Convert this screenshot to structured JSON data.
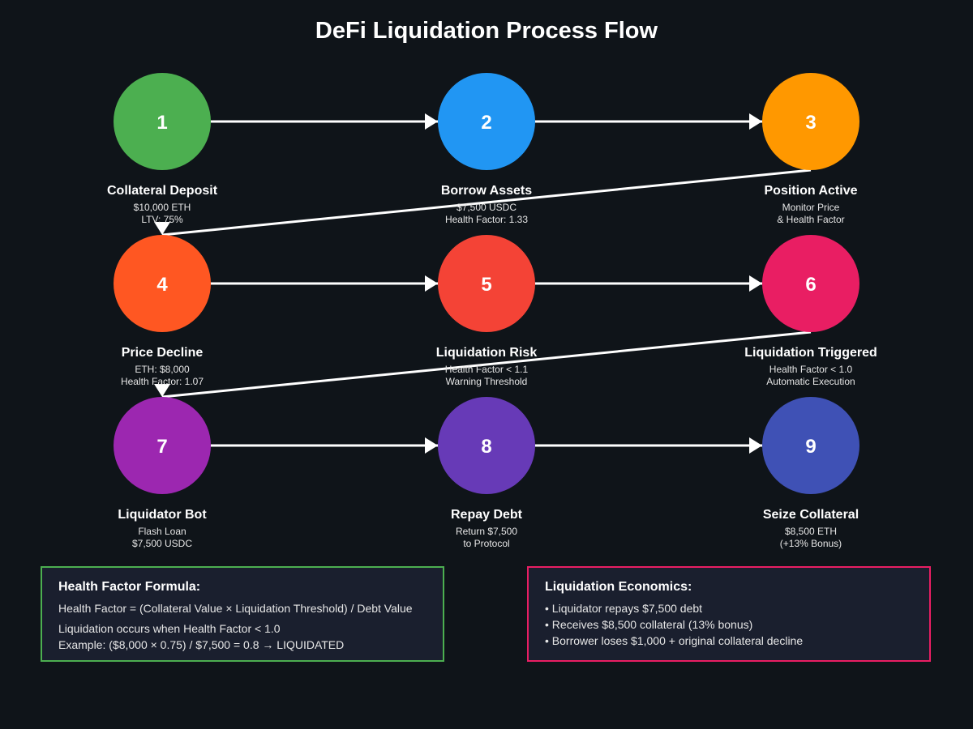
{
  "title": "DeFi Liquidation Process Flow",
  "steps": [
    {
      "number": "1",
      "title": "Collateral Deposit",
      "details": [
        "$10,000 ETH",
        "LTV: 75%"
      ],
      "color": "#4caf50"
    },
    {
      "number": "2",
      "title": "Borrow Assets",
      "details": [
        "$7,500 USDC",
        "Health Factor: 1.33"
      ],
      "color": "#2196f3"
    },
    {
      "number": "3",
      "title": "Position Active",
      "details": [
        "Monitor Price",
        "& Health Factor"
      ],
      "color": "#ff9800"
    },
    {
      "number": "4",
      "title": "Price Decline",
      "details": [
        "ETH: $8,000",
        "Health Factor: 1.07"
      ],
      "color": "#ff5722"
    },
    {
      "number": "5",
      "title": "Liquidation Risk",
      "details": [
        "Health Factor < 1.1",
        "Warning Threshold"
      ],
      "color": "#f44336"
    },
    {
      "number": "6",
      "title": "Liquidation Triggered",
      "details": [
        "Health Factor < 1.0",
        "Automatic Execution"
      ],
      "color": "#e91e63"
    },
    {
      "number": "7",
      "title": "Liquidator Bot",
      "details": [
        "Flash Loan",
        "$7,500 USDC"
      ],
      "color": "#9c27b0"
    },
    {
      "number": "8",
      "title": "Repay Debt",
      "details": [
        "Return $7,500",
        "to Protocol"
      ],
      "color": "#673ab7"
    },
    {
      "number": "9",
      "title": "Seize Collateral",
      "details": [
        "$8,500 ETH",
        "(+13% Bonus)"
      ],
      "color": "#3f51b5"
    }
  ],
  "connections": [
    [
      1,
      2
    ],
    [
      2,
      3
    ],
    [
      3,
      4
    ],
    [
      4,
      5
    ],
    [
      5,
      6
    ],
    [
      6,
      7
    ],
    [
      7,
      8
    ],
    [
      8,
      9
    ]
  ],
  "formula_panel": {
    "title": "Health Factor Formula:",
    "formula": "Health Factor = (Collateral Value × Liquidation Threshold) / Debt Value",
    "condition": "Liquidation occurs when Health Factor < 1.0",
    "example": "Example: ($8,000 × 0.75) / $7,500 = 0.8 → LIQUIDATED",
    "border_color": "#4caf50"
  },
  "economics_panel": {
    "title": "Liquidation Economics:",
    "bullets": [
      "• Liquidator repays $7,500 debt",
      "• Receives $8,500 collateral (13% bonus)",
      "• Borrower loses $1,000 + original collateral decline"
    ],
    "border_color": "#e91e63"
  }
}
